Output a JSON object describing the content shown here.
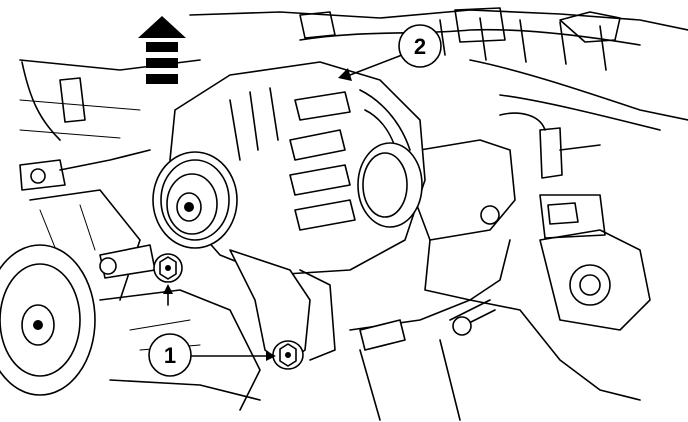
{
  "callouts": [
    {
      "id": "1",
      "label": "1"
    },
    {
      "id": "2",
      "label": "2"
    }
  ],
  "icons": {
    "direction_arrow": "up-arrow-icon"
  }
}
